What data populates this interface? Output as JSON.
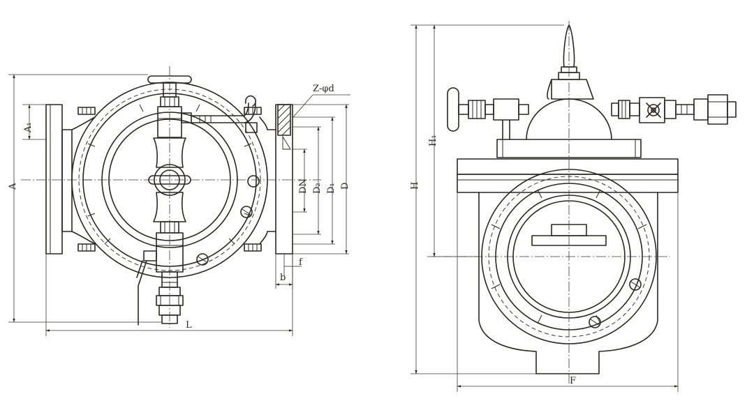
{
  "front_view": {
    "labels": {
      "A": "A",
      "A1": "A₁",
      "L": "L",
      "DN": "DN",
      "D2": "D₂",
      "D1": "D₁",
      "D": "D",
      "b": "b",
      "f": "f",
      "Z_phi_d": "Z-φd"
    }
  },
  "side_view": {
    "labels": {
      "H": "H",
      "H1": "H₁",
      "F": "F"
    }
  }
}
